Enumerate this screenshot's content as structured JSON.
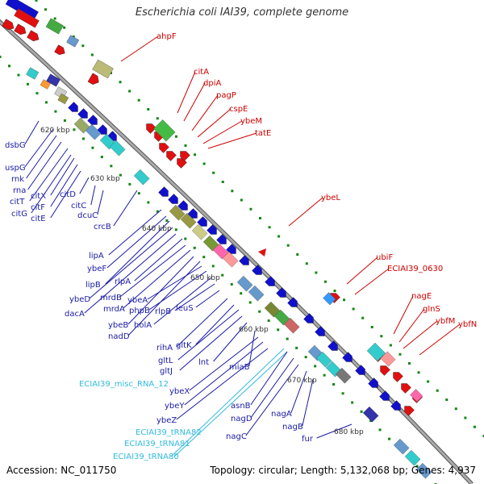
{
  "title": "Escherichia coli IAI39, complete genome",
  "footer": {
    "accession": "Accession: NC_011750",
    "topology": "Topology: circular; Length: 5,132,068 bp; Genes: 4,937"
  },
  "colors": {
    "backbone": "#888888",
    "gene_label": "#1a1aa6",
    "rna_label": "#33bbdd",
    "red_label": "#cc0000",
    "forward_gene": "#1010cc",
    "reverse_gene": "#e01010",
    "tick_dots": "#118811"
  },
  "ticks": [
    {
      "label": "620 kbp"
    },
    {
      "label": "630 kbp"
    },
    {
      "label": "640 kbp"
    },
    {
      "label": "650 kbp"
    },
    {
      "label": "660 kbp"
    },
    {
      "label": "670 kbp"
    },
    {
      "label": "680 kbp"
    }
  ],
  "labels_red": [
    "ahpF",
    "citA",
    "dpiA",
    "pagP",
    "cspE",
    "ybeM",
    "tatE",
    "ybeL",
    "ubiF",
    "ECIAI39_0630",
    "nagE",
    "glnS",
    "ybfM",
    "ybfN"
  ],
  "labels_blue": [
    "dsbG",
    "uspG",
    "rnk",
    "rna",
    "citT",
    "citG",
    "citX",
    "citF",
    "citE",
    "citD",
    "citC",
    "dcuC",
    "crcB",
    "lipA",
    "ybeF",
    "lipB",
    "ybeD",
    "dacA",
    "rlpA",
    "mrdB",
    "mrdA",
    "ybeB",
    "nadD",
    "ybeA",
    "phpB",
    "holA",
    "rlpB",
    "leuS",
    "rihA",
    "gltK",
    "gltL",
    "gltJ",
    "lnt",
    "miaB",
    "ybeX",
    "ybeY",
    "ybeZ",
    "asnB",
    "nagD",
    "nagC",
    "nagA",
    "nagB",
    "fur"
  ],
  "labels_rna": [
    "ECIAI39_misc_RNA_12",
    "ECIAI39_tRNA82",
    "ECIAI39_tRNA81",
    "ECIAI39_tRNA80"
  ]
}
